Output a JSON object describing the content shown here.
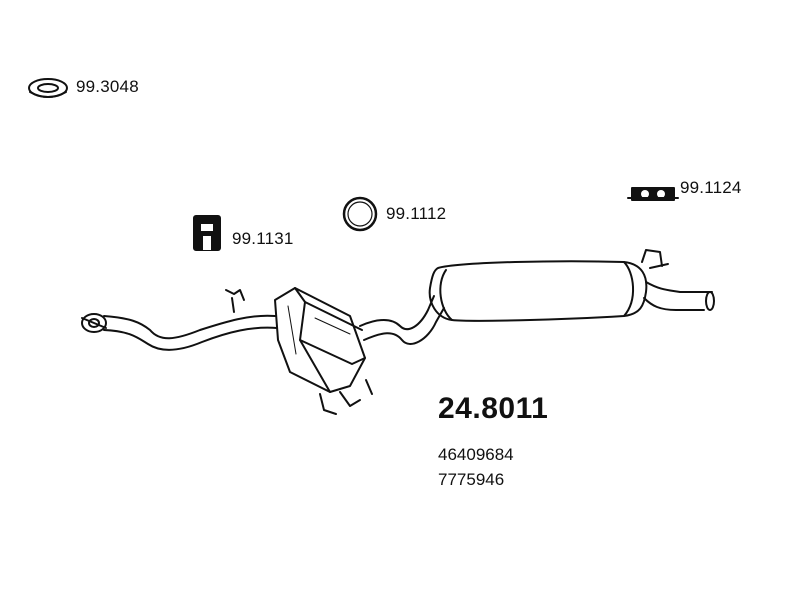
{
  "parts": {
    "clamp_ring": "99.3048",
    "hanger_bracket": "99.1131",
    "o_ring": "99.1112",
    "rubber_mount": "99.1124"
  },
  "main_part": {
    "number": "24.8011",
    "oe_refs": [
      "46409684",
      "7775946"
    ]
  },
  "colors": {
    "line": "#111111",
    "background": "#ffffff"
  }
}
